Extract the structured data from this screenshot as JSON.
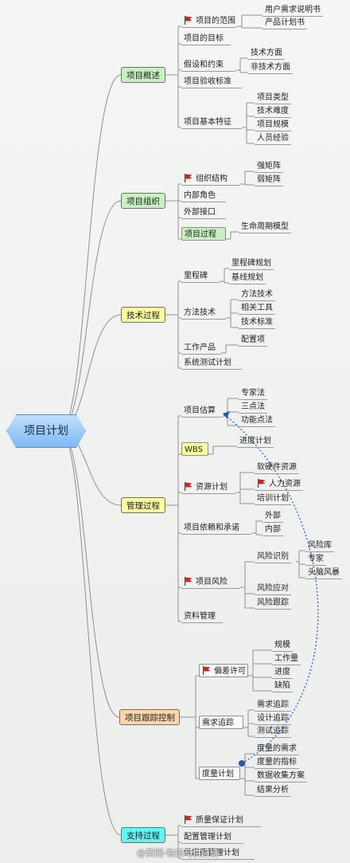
{
  "root": "项目计划",
  "colors": {
    "g1": "#c7f0c0",
    "g2": "#c7f0c0",
    "g3": "#fbfba0",
    "g4": "#fbfba0",
    "g5": "#fdd5a8",
    "g6": "#5ff6f6",
    "wbs": "#fbfba0",
    "track_process": "#c7f0c0",
    "dotted_link": "#2a6fd0",
    "flag": "#d52020"
  },
  "groups": [
    {
      "label": "项目概述",
      "items": [
        {
          "label": "项目的范围",
          "flag": true,
          "children": [
            "用户需求说明书",
            "产品计划书"
          ]
        },
        {
          "label": "项目的目标",
          "children": []
        },
        {
          "label": "假设和约束",
          "children": [
            "技术方面",
            "非技术方面"
          ]
        },
        {
          "label": "项目验收标准",
          "children": []
        },
        {
          "label": "项目基本特征",
          "children": [
            "项目类型",
            "技术难度",
            "项目规模",
            "人员经验"
          ]
        }
      ]
    },
    {
      "label": "项目组织",
      "items": [
        {
          "label": "组织结构",
          "flag": true,
          "children": [
            "强矩阵",
            "弱矩阵"
          ]
        },
        {
          "label": "内部角色",
          "children": []
        },
        {
          "label": "外部接口",
          "children": []
        },
        {
          "label": "项目过程",
          "children": [
            "生命周期模型"
          ]
        }
      ]
    },
    {
      "label": "技术过程",
      "items": [
        {
          "label": "里程碑",
          "children": [
            "里程碑规划",
            "基线规划"
          ]
        },
        {
          "label": "方法技术",
          "children": [
            "方法技术",
            "相关工具",
            "技术标准"
          ]
        },
        {
          "label": "工作产品",
          "children": [
            "配置项"
          ]
        },
        {
          "label": "系统测试计划",
          "children": []
        }
      ]
    },
    {
      "label": "管理过程",
      "items": [
        {
          "label": "项目估算",
          "children": [
            "专家法",
            "三点法",
            "功能点法"
          ]
        },
        {
          "label": "WBS",
          "children": [
            "进度计划"
          ]
        },
        {
          "label": "资源计划",
          "flag": true,
          "children": [
            "软硬件资源",
            "人力资源",
            "培训计划"
          ]
        },
        {
          "label": "项目依赖和承诺",
          "children": [
            "外部",
            "内部"
          ]
        },
        {
          "label": "项目风险",
          "flag": true,
          "children": [
            "风险识别",
            "风险应对",
            "风险跟踪"
          ]
        },
        {
          "label": "资料管理",
          "children": []
        }
      ],
      "risk_sources": [
        "风险库",
        "专家",
        "头脑风暴"
      ]
    },
    {
      "label": "项目跟踪控制",
      "items": [
        {
          "label": "偏差许可",
          "flag": true,
          "children": [
            "规模",
            "工作量",
            "进度",
            "缺陷"
          ]
        },
        {
          "label": "需求追踪",
          "children": [
            "需求追踪",
            "设计追踪",
            "测试追踪"
          ]
        },
        {
          "label": "度量计划",
          "children": [
            "度量的需求",
            "度量的指标",
            "数据收集方案",
            "结果分析"
          ]
        }
      ]
    },
    {
      "label": "支持过程",
      "items": [
        {
          "label": "质量保证计划",
          "flag": true,
          "children": []
        },
        {
          "label": "配置管理计划",
          "children": []
        },
        {
          "label": "供应商管理计划",
          "children": []
        }
      ]
    }
  ],
  "watermark": "@黄刚-物流与供应链"
}
